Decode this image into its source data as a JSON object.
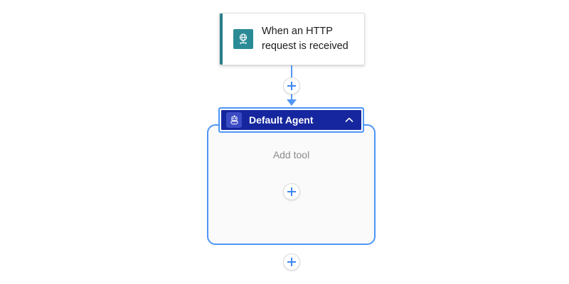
{
  "canvas": {
    "background": "#ffffff",
    "accent_blue": "#5296f5",
    "agent_header_color": "#15269e",
    "trigger_icon_color": "#2a8b96",
    "selection_outline_color": "#4e95f5"
  },
  "trigger": {
    "label": "When an HTTP request is received",
    "icon": "http-globe-icon",
    "accent_color": "#2a7e8a"
  },
  "connectors": {
    "add_step_top": "+",
    "add_step_bottom": "+"
  },
  "agent": {
    "title": "Default Agent",
    "icon": "robot-agent-icon",
    "collapse_icon": "chevron-up-icon",
    "add_tool_label": "Add tool",
    "add_tool_button": "+"
  }
}
